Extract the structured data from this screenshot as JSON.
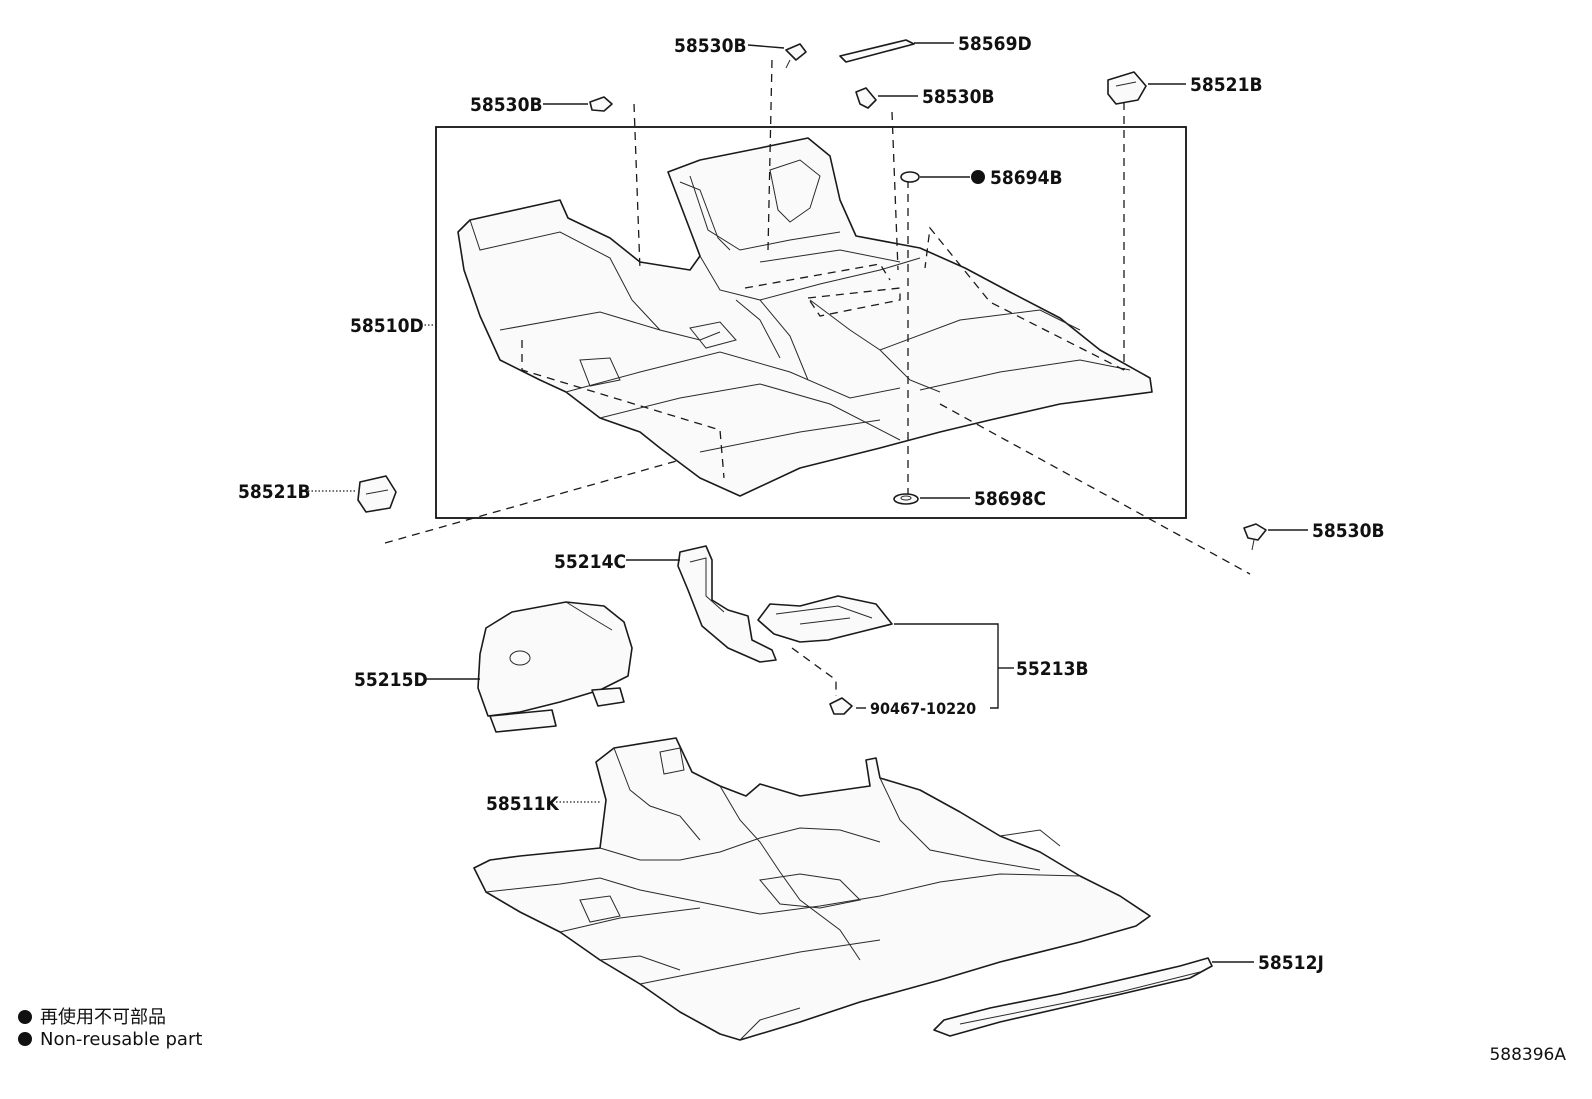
{
  "parts": {
    "p58530B_top": "58530B",
    "p58569D": "58569D",
    "p58530B_left": "58530B",
    "p58530B_mid": "58530B",
    "p58521B_right": "58521B",
    "p58694B": "58694B",
    "p58510D": "58510D",
    "p58521B_left": "58521B",
    "p58698C": "58698C",
    "p58530B_right": "58530B",
    "p55214C": "55214C",
    "p55213B": "55213B",
    "p55215D": "55215D",
    "p90467": "90467-10220",
    "p58511K": "58511K",
    "p58512J": "58512J"
  },
  "legend": {
    "jp": "再使用不可部品",
    "en": "Non-reusable part"
  },
  "reference_code": "588396A",
  "icons": {
    "non_reusable_marker": "filled-circle-icon"
  }
}
